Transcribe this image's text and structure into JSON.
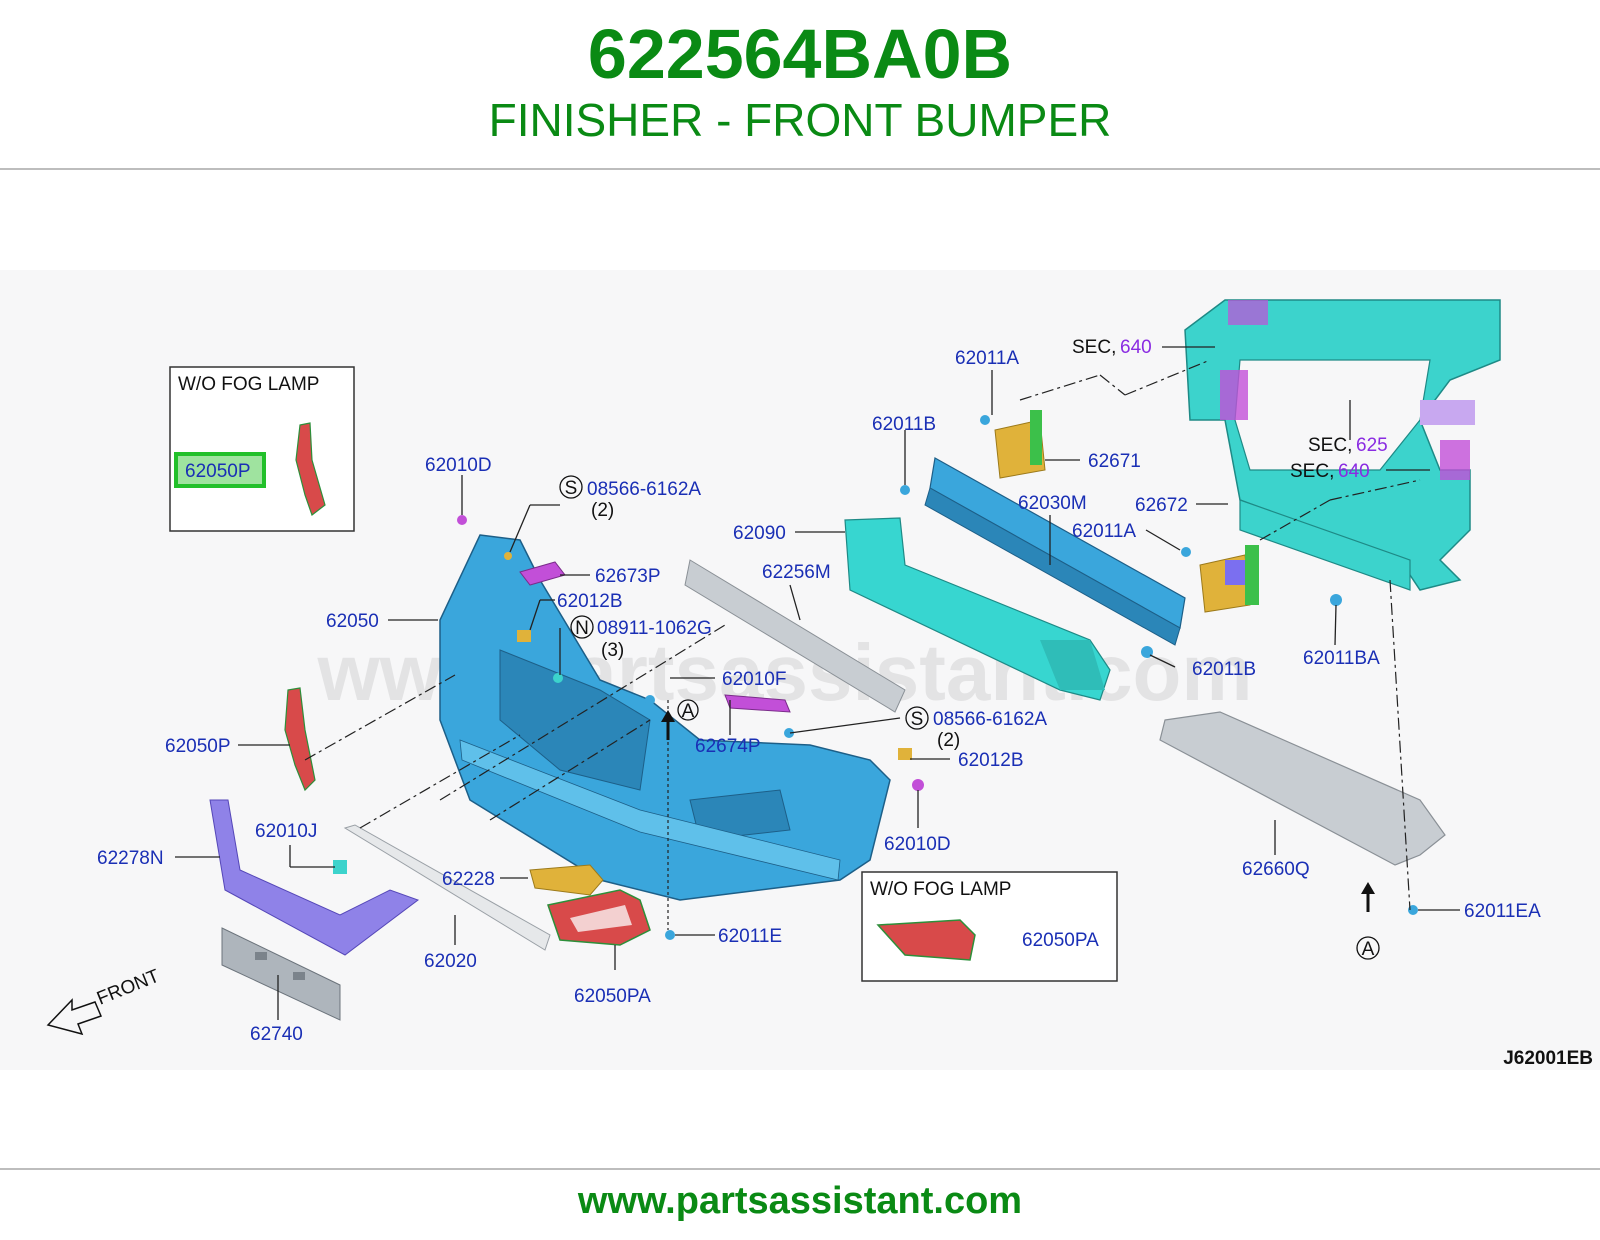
{
  "header": {
    "part_number": "622564BA0B",
    "part_name": "FINISHER - FRONT BUMPER"
  },
  "diagram": {
    "watermark": "www.partsassistant.com",
    "diagram_code": "J62001EB",
    "front_label": "FRONT",
    "inset_top": {
      "title": "W/O FOG LAMP",
      "part": "62050P"
    },
    "inset_bottom": {
      "title": "W/O FOG LAMP",
      "part": "62050PA"
    },
    "callout_a": "A",
    "sec_prefix": "SEC,",
    "labels": {
      "p62011A_top": "62011A",
      "p62011B_top": "62011B",
      "sec640_top": "640",
      "p62671": "62671",
      "sec625": "625",
      "sec640_mid": "640",
      "p62010D_top": "62010D",
      "screw_top_code": "08566-6162A",
      "screw_top_symbol": "S",
      "screw_top_qty": "(2)",
      "p62673P": "62673P",
      "p62012B_top": "62012B",
      "nut_code": "08911-1062G",
      "nut_symbol": "N",
      "nut_qty": "(3)",
      "p62050": "62050",
      "p62090": "62090",
      "p62256M": "62256M",
      "p62030M": "62030M",
      "p62672": "62672",
      "p62011A_mid": "62011A",
      "p62011B_mid": "62011B",
      "p62011BA": "62011BA",
      "p62010F": "62010F",
      "p62674P": "62674P",
      "screw_bot_symbol": "S",
      "screw_bot_code": "08566-6162A",
      "screw_bot_qty": "(2)",
      "p62012B_bot": "62012B",
      "p62050P": "62050P",
      "p62010J": "62010J",
      "p62278N": "62278N",
      "p62228": "62228",
      "p62010D_bot": "62010D",
      "p62011E": "62011E",
      "p62020": "62020",
      "p62050PA": "62050PA",
      "p62740": "62740",
      "p62660Q": "62660Q",
      "p62011EA": "62011EA"
    },
    "colors": {
      "bumper": "#3aa6dc",
      "reinforcement": "#37d6d0",
      "radiator_support": "#3cd3cc",
      "finisher": "#d84a4a",
      "bracket": "#e0b23a",
      "purple_part": "#c24fd8",
      "grille_strip": "#8f82e8",
      "under_cover": "#c8cdd2",
      "highlight": "#22c02a"
    }
  },
  "footer": {
    "url": "www.partsassistant.com"
  }
}
